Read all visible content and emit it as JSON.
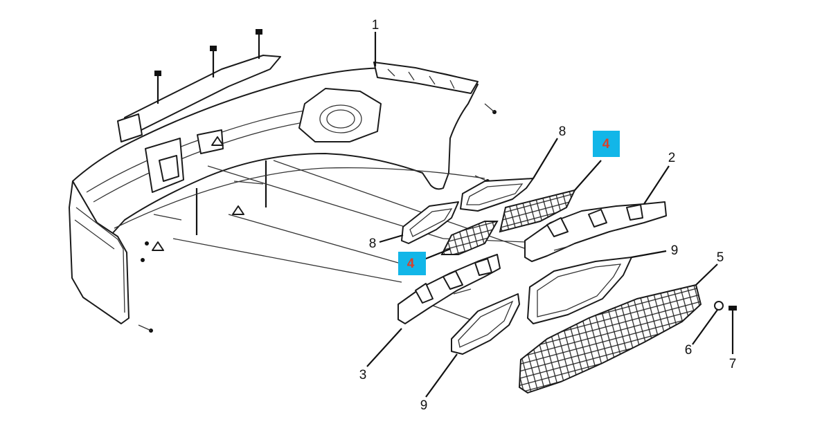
{
  "callouts": {
    "c1": "1",
    "c2": "2",
    "c3": "3",
    "c4a": "4",
    "c4b": "4",
    "c5": "5",
    "c6": "6",
    "c7": "7",
    "c8a": "8",
    "c8b": "8",
    "c9a": "9",
    "c9b": "9"
  },
  "colors": {
    "highlight_bg": "#12b6e8",
    "highlight_text": "#d9402a",
    "line": "#1a1a1a"
  }
}
